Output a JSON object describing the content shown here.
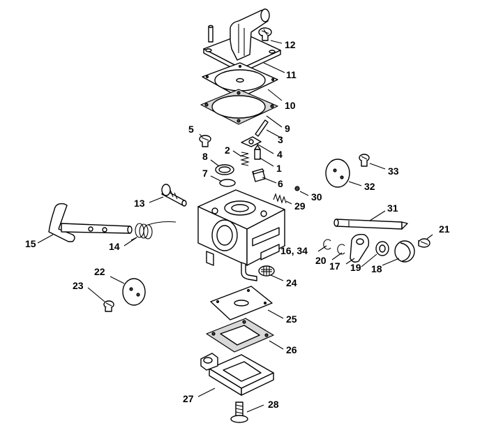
{
  "labels": {
    "p1": "1",
    "p2": "2",
    "p3": "3",
    "p4": "4",
    "p5": "5",
    "p6": "6",
    "p7": "7",
    "p8": "8",
    "p9": "9",
    "p10": "10",
    "p11": "11",
    "p12": "12",
    "p13": "13",
    "p14": "14",
    "p15": "15",
    "p16_34": "16, 34",
    "p17": "17",
    "p18": "18",
    "p19": "19",
    "p20": "20",
    "p21": "21",
    "p22": "22",
    "p23": "23",
    "p24": "24",
    "p25": "25",
    "p26": "26",
    "p27": "27",
    "p28": "28",
    "p29": "29",
    "p30": "30",
    "p31": "31",
    "p32": "32",
    "p33": "33"
  }
}
